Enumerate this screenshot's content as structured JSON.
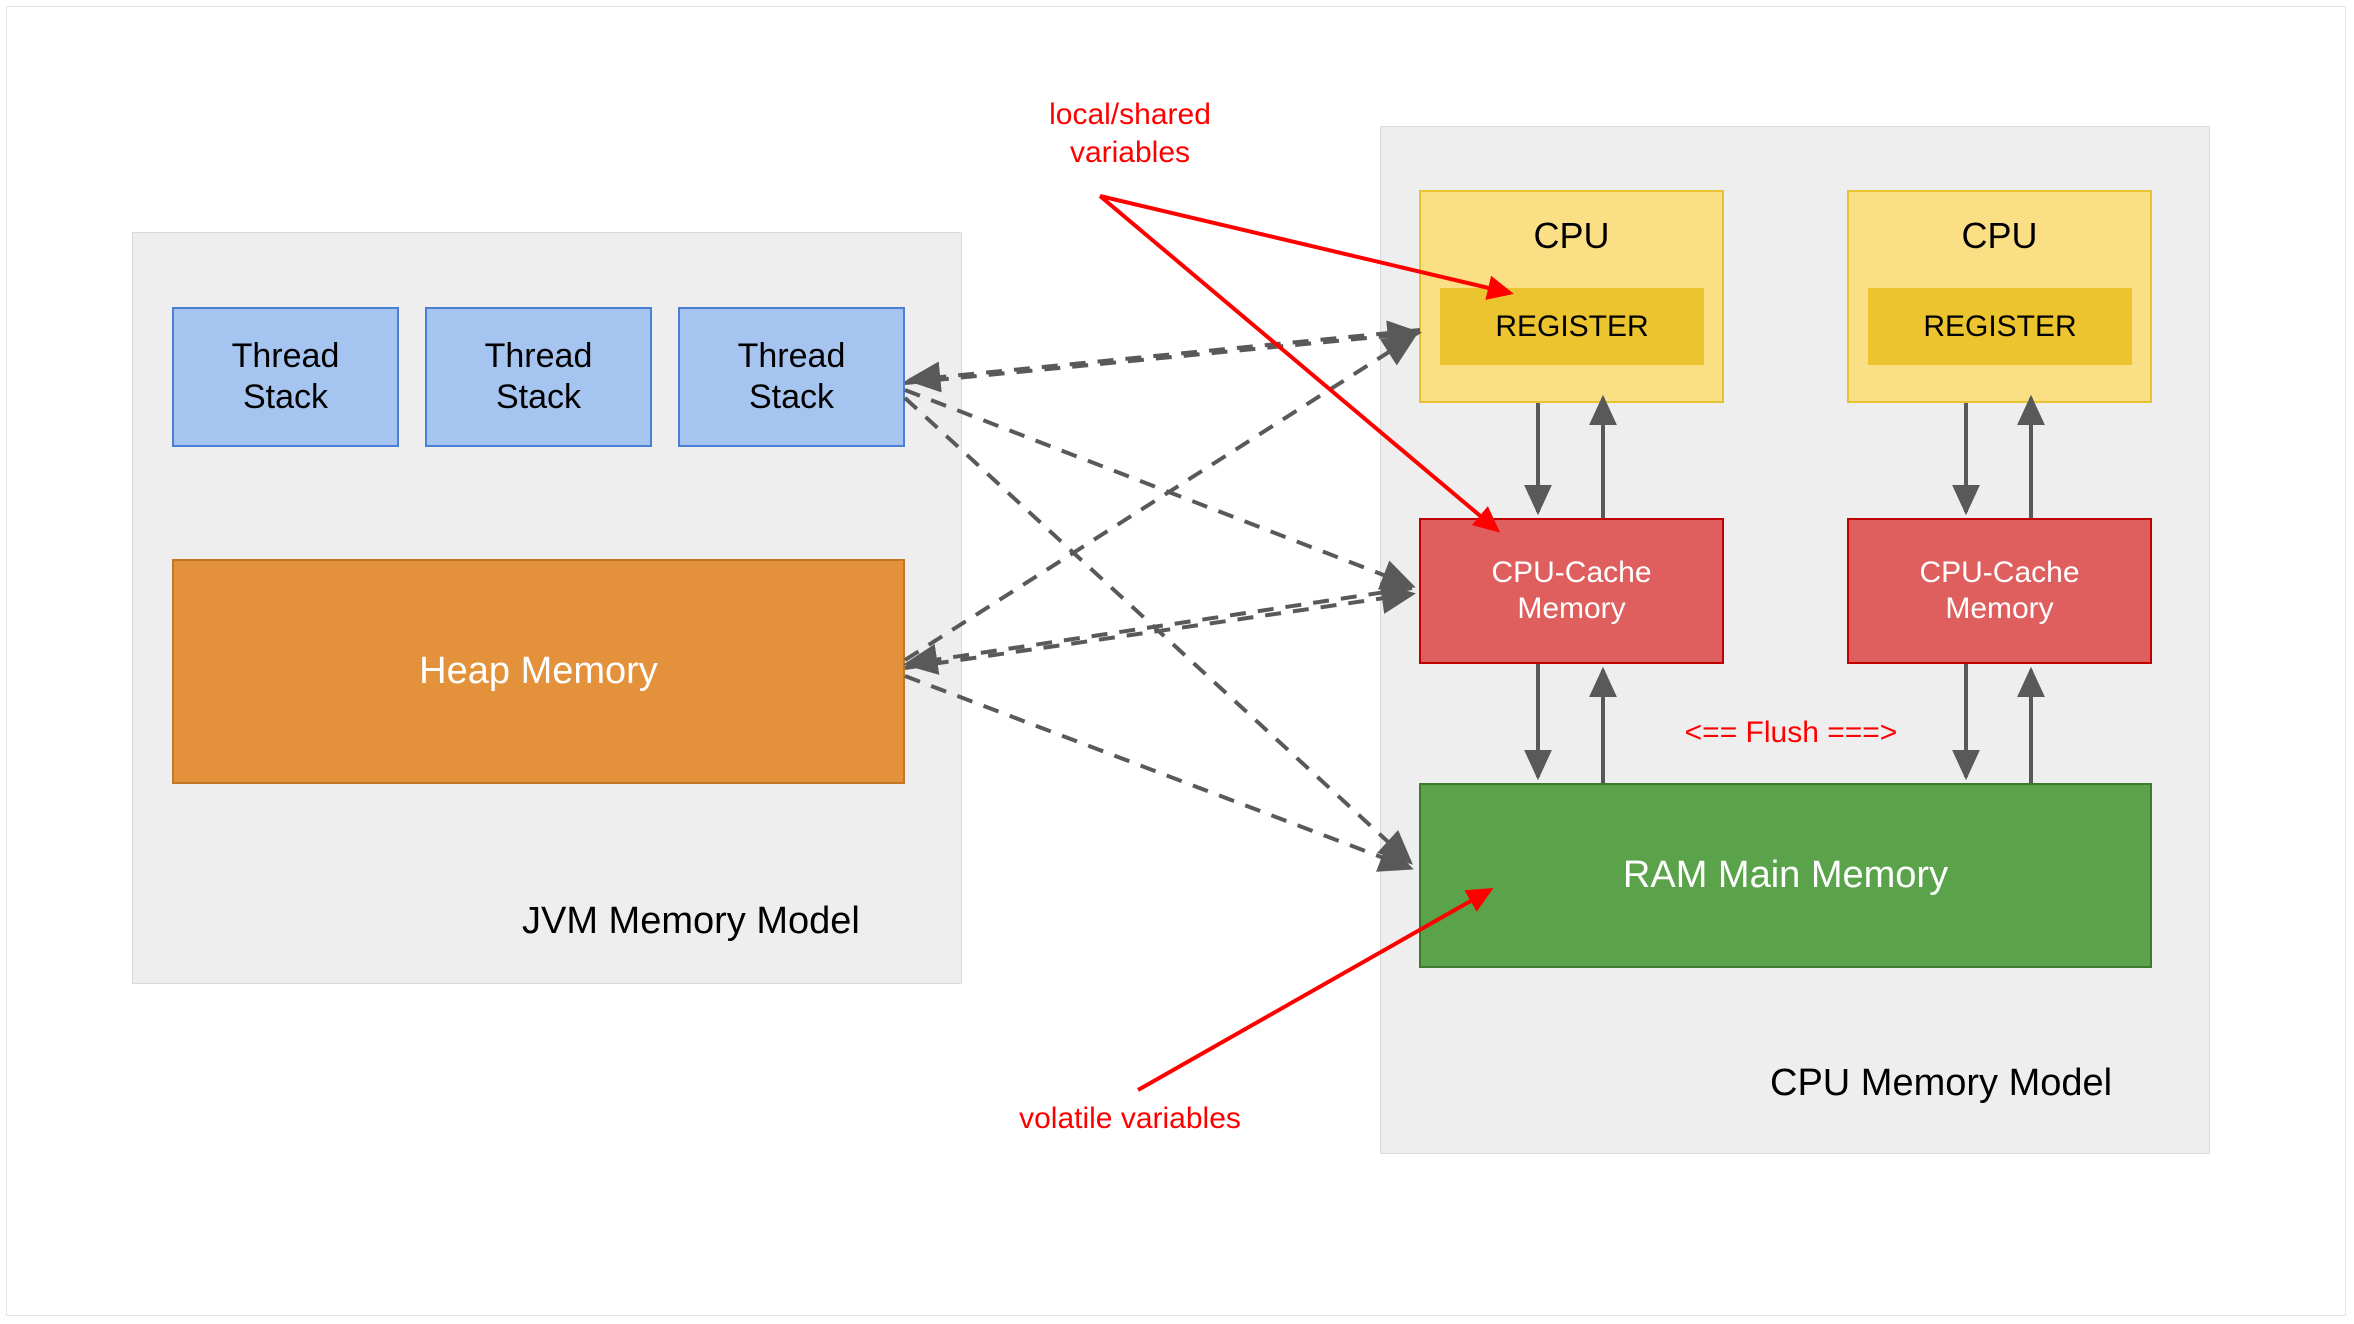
{
  "diagram": {
    "title_left": "JVM Memory Model",
    "title_right": "CPU Memory Model",
    "colors": {
      "thread_stack_fill": "#a6c4f0",
      "thread_stack_stroke": "#4a7fd4",
      "heap_fill": "#e3913b",
      "heap_stroke": "#c07726",
      "cpu_fill": "#fbdf84",
      "cpu_stroke": "#e8c230",
      "register_fill": "#ecc42f",
      "cache_fill": "#df5f5f",
      "cache_stroke": "#c00000",
      "ram_fill": "#5aa34a",
      "ram_stroke": "#3d7a2f",
      "panel_fill": "#eeeeee",
      "panel_stroke": "#d9d9d9",
      "annotation": "#ff0000",
      "connector": "#595959"
    }
  },
  "jvm": {
    "label": "JVM Memory Model",
    "thread_stacks": [
      {
        "line1": "Thread",
        "line2": "Stack"
      },
      {
        "line1": "Thread",
        "line2": "Stack"
      },
      {
        "line1": "Thread",
        "line2": "Stack"
      }
    ],
    "heap": {
      "label": "Heap Memory"
    }
  },
  "cpu_model": {
    "label": "CPU Memory Model",
    "cpus": [
      {
        "label": "CPU",
        "register": "REGISTER",
        "cache_line1": "CPU-Cache",
        "cache_line2": "Memory"
      },
      {
        "label": "CPU",
        "register": "REGISTER",
        "cache_line1": "CPU-Cache",
        "cache_line2": "Memory"
      }
    ],
    "ram": {
      "label": "RAM Main Memory"
    },
    "flush_label": "<== Flush ===>"
  },
  "annotations": {
    "local_shared": "local/shared\nvariables",
    "volatile": "volatile variables"
  }
}
